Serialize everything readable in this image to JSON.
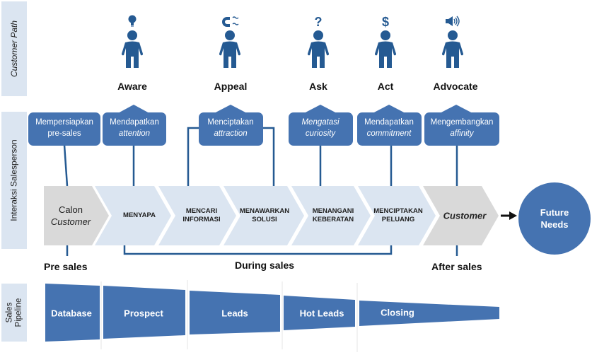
{
  "side_labels": {
    "customer_path": "Customer Path",
    "interaksi_salesperson": "Interaksi Salesperson",
    "sales_pipeline_line1": "Sales",
    "sales_pipeline_line2": "Pipeline"
  },
  "customer_path": [
    {
      "label": "Aware",
      "icon": "lightbulb-icon"
    },
    {
      "label": "Appeal",
      "icon": "magnet-icon"
    },
    {
      "label": "Ask",
      "icon": "question-mark-icon",
      "glyph": "?"
    },
    {
      "label": "Act",
      "icon": "dollar-icon",
      "glyph": "$"
    },
    {
      "label": "Advocate",
      "icon": "megaphone-speaker-icon"
    }
  ],
  "callouts": [
    {
      "line1": "Mempersiapkan",
      "line2": "pre-sales",
      "line1_italic": false,
      "line2_italic": false
    },
    {
      "line1": "Mendapatkan",
      "line2": "attention",
      "line1_italic": false,
      "line2_italic": true
    },
    {
      "line1": "Menciptakan",
      "line2": "attraction",
      "line1_italic": false,
      "line2_italic": true
    },
    {
      "line1": "Mengatasi",
      "line2": "curiosity",
      "line1_italic": true,
      "line2_italic": true
    },
    {
      "line1": "Mendapatkan",
      "line2": "commitment",
      "line1_italic": false,
      "line2_italic": true
    },
    {
      "line1": "Mengembangkan",
      "line2": "affinity",
      "line1_italic": false,
      "line2_italic": true
    }
  ],
  "chevrons": [
    {
      "line1": "Calon",
      "line2": "Customer",
      "style": "grey"
    },
    {
      "line1": "MENYAPA",
      "line2": "",
      "style": "light"
    },
    {
      "line1": "MENCARI",
      "line2": "INFORMASI",
      "style": "light"
    },
    {
      "line1": "MENAWARKAN",
      "line2": "SOLUSI",
      "style": "light"
    },
    {
      "line1": "MENANGANI",
      "line2": "KEBERATAN",
      "style": "light"
    },
    {
      "line1": "MENCIPTAKAN",
      "line2": "PELUANG",
      "style": "light"
    },
    {
      "line1": "Customer",
      "line2": "",
      "style": "grey"
    }
  ],
  "future_needs": {
    "line1": "Future",
    "line2": "Needs"
  },
  "phases": {
    "pre": "Pre sales",
    "during": "During sales",
    "after": "After sales"
  },
  "pipeline": [
    {
      "label": "Database"
    },
    {
      "label": "Prospect"
    },
    {
      "label": "Leads"
    },
    {
      "label": "Hot Leads"
    },
    {
      "label": "Closing"
    }
  ],
  "colors": {
    "primary_blue": "#4573b1",
    "dark_blue": "#255a92",
    "light_chevron": "#dbe5f1",
    "grey_chevron": "#d9d9d9",
    "side_panel": "#dbe5f1"
  }
}
